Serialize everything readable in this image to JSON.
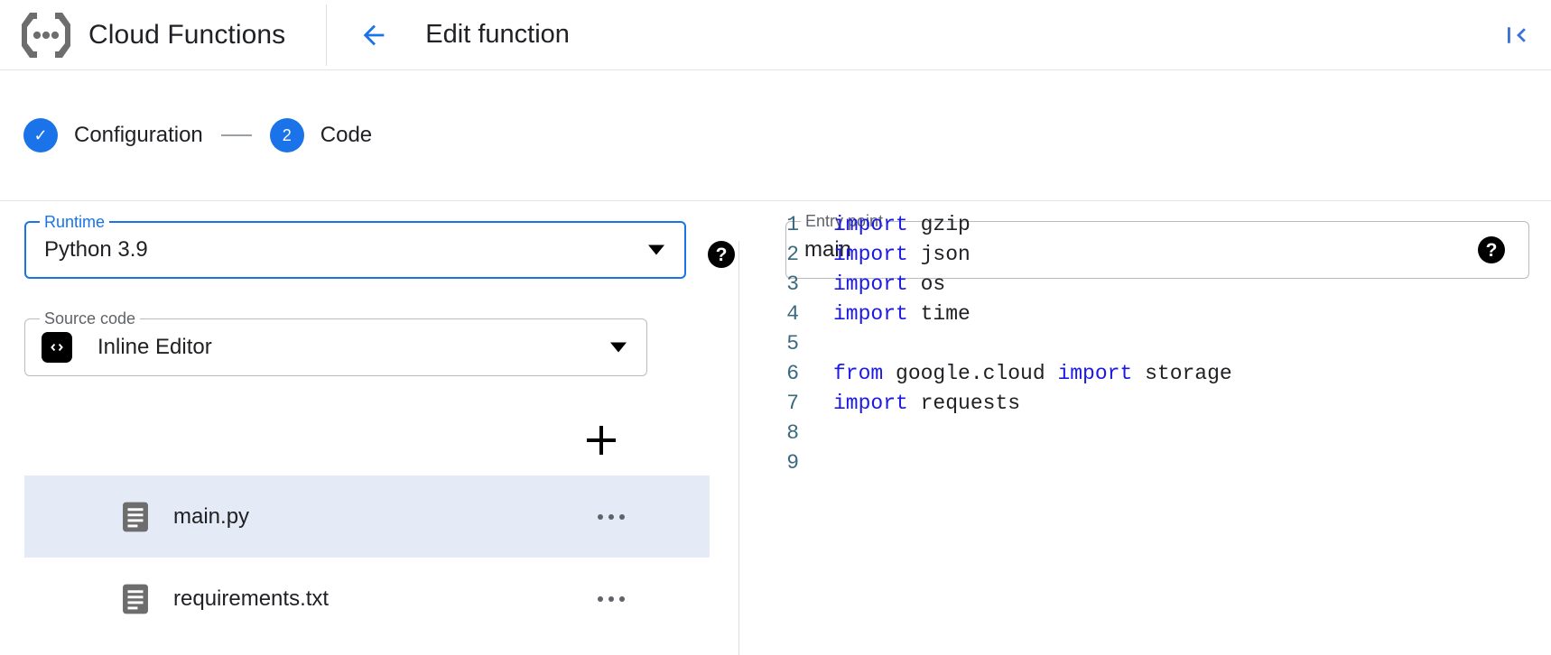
{
  "header": {
    "product_title": "Cloud Functions",
    "logo_icon": "cloud-functions-logo-icon",
    "back_icon": "arrow-left-icon",
    "page_title": "Edit function",
    "collapse_icon": "collapse-panel-left-icon"
  },
  "stepper": {
    "steps": [
      {
        "marker": "✓",
        "label": "Configuration",
        "state": "completed"
      },
      {
        "marker": "2",
        "label": "Code",
        "state": "active"
      }
    ]
  },
  "form": {
    "runtime": {
      "legend": "Runtime",
      "value": "Python 3.9",
      "focused": true,
      "caret_icon": "chevron-down-icon",
      "help_icon": "help-icon",
      "help_glyph": "?"
    },
    "entry_point": {
      "legend": "Entry point",
      "value": "main",
      "focused": false,
      "help_icon": "help-icon",
      "help_glyph": "?"
    },
    "source_code": {
      "legend": "Source code",
      "value": "Inline Editor",
      "icon": "code-brackets-icon",
      "caret_icon": "chevron-down-icon"
    }
  },
  "files": {
    "add_label": "+",
    "add_icon": "plus-icon",
    "items": [
      {
        "name": "main.py",
        "icon": "file-description-icon",
        "selected": true,
        "menu_icon": "more-horizontal-icon"
      },
      {
        "name": "requirements.txt",
        "icon": "file-description-icon",
        "selected": false,
        "menu_icon": "more-horizontal-icon"
      }
    ]
  },
  "editor": {
    "filename": "main.py",
    "lines": [
      {
        "n": "1",
        "tokens": [
          {
            "t": "import",
            "c": "kw"
          },
          {
            "t": " gzip",
            "c": ""
          }
        ]
      },
      {
        "n": "2",
        "tokens": [
          {
            "t": "import",
            "c": "kw"
          },
          {
            "t": " json",
            "c": ""
          }
        ]
      },
      {
        "n": "3",
        "tokens": [
          {
            "t": "import",
            "c": "kw"
          },
          {
            "t": " os",
            "c": ""
          }
        ]
      },
      {
        "n": "4",
        "tokens": [
          {
            "t": "import",
            "c": "kw"
          },
          {
            "t": " time",
            "c": ""
          }
        ]
      },
      {
        "n": "5",
        "tokens": []
      },
      {
        "n": "6",
        "tokens": [
          {
            "t": "from",
            "c": "kw"
          },
          {
            "t": " google.cloud ",
            "c": ""
          },
          {
            "t": "import",
            "c": "kw"
          },
          {
            "t": " storage",
            "c": ""
          }
        ]
      },
      {
        "n": "7",
        "tokens": [
          {
            "t": "import",
            "c": "kw"
          },
          {
            "t": " requests",
            "c": ""
          }
        ]
      },
      {
        "n": "8",
        "tokens": []
      },
      {
        "n": "9",
        "tokens": []
      }
    ]
  },
  "colors": {
    "accent_blue": "#1a73e8",
    "keyword_blue": "#1b19e6",
    "line_number": "#3b6a80",
    "selected_row": "#e5eaf7",
    "logo_gray": "#6d6d6d"
  }
}
